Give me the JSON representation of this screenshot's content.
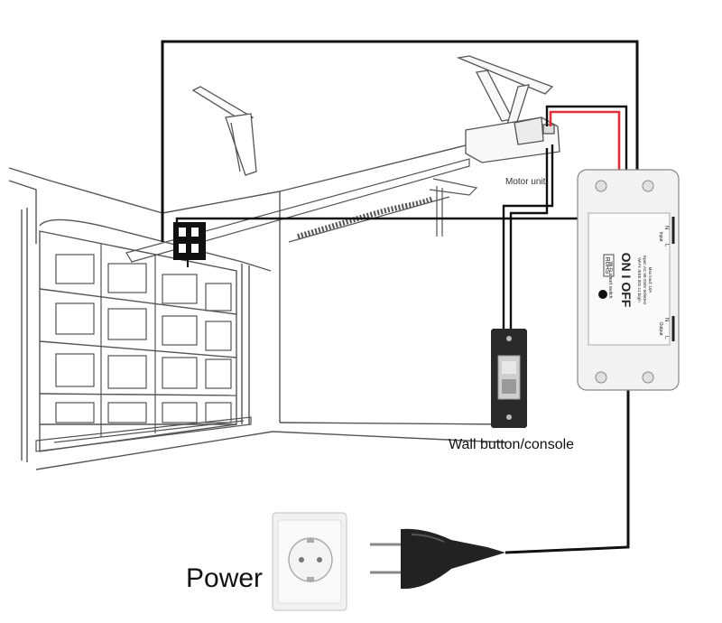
{
  "labels": {
    "motor_unit": "Motor unit",
    "wall_button": "Wall button/console",
    "power": "Power"
  },
  "smart_switch": {
    "on_off": "ON I OFF",
    "brand_line1": "Wi-Fi smart switch",
    "spec_line1": "Wi-Fi: IEEE 802.11 b/g/n",
    "spec_line2": "Input: AC 90-250V 50/60Hz",
    "spec_line3": "Max load: 10A",
    "rohs": "RoHS",
    "input_label": "Input",
    "output_label": "Output",
    "terminal_n": "N",
    "terminal_l": "L"
  },
  "colors": {
    "wire_black": "#111111",
    "wire_red": "#e0303a",
    "line_art": "#555555"
  }
}
